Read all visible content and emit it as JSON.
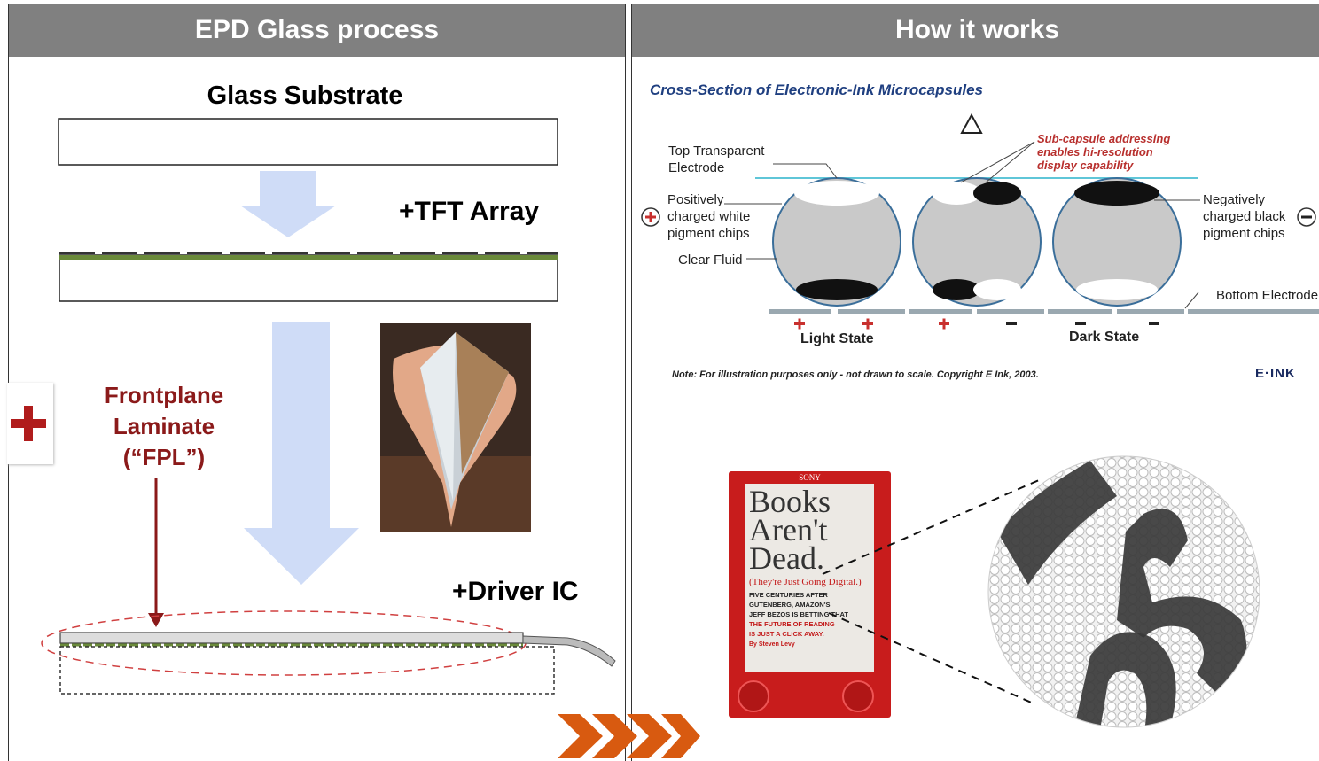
{
  "left_panel": {
    "header": "EPD Glass process",
    "glass_substrate": "Glass Substrate",
    "tft_array": "+TFT Array",
    "fpl_line1": "Frontplane",
    "fpl_line2": "Laminate",
    "fpl_line3": "(“FPL”)",
    "driver_ic": "+Driver IC"
  },
  "right_panel": {
    "header": "How it works",
    "diagram_title": "Cross-Section of Electronic-Ink Microcapsules",
    "top_electrode_1": "Top Transparent",
    "top_electrode_2": "Electrode",
    "pos_1": "Positively",
    "pos_2": "charged white",
    "pos_3": "pigment chips",
    "clear_fluid": "Clear Fluid",
    "sub_1": "Sub-capsule addressing",
    "sub_2": "enables hi-resolution",
    "sub_3": "display capability",
    "neg_1": "Negatively",
    "neg_2": "charged black",
    "neg_3": "pigment chips",
    "bottom_electrode": "Bottom Electrode",
    "light_state": "Light State",
    "dark_state": "Dark State",
    "note": "Note:  For illustration purposes only - not drawn to scale.  Copyright E Ink, 2003.",
    "logo": "E·INK"
  },
  "reader": {
    "brand": "SONY",
    "line1": "Books",
    "line2": "Aren't",
    "line3": "Dead.",
    "subtitle": "(They're Just Going Digital.)",
    "body1": "FIVE CENTURIES AFTER",
    "body2": "GUTENBERG, AMAZON'S",
    "body3": "JEFF BEZOS IS BETTING THAT",
    "body4": "THE FUTURE OF READING",
    "body5": "IS JUST A CLICK AWAY.",
    "byline": "By Steven Levy"
  },
  "colors": {
    "header_bg": "#808080",
    "arrow": "#cfdcf7",
    "fpl": "#8b1a1a",
    "chevron": "#d85a10",
    "reader": "#c81c1c"
  }
}
